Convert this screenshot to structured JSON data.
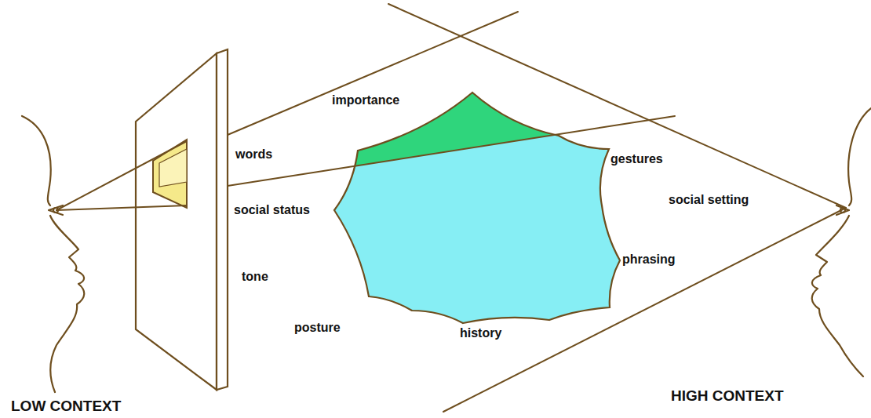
{
  "diagram": {
    "labels": [
      "importance",
      "words",
      "gestures",
      "social status",
      "social setting",
      "phrasing",
      "tone",
      "posture",
      "history",
      "LOW CONTEXT",
      "HIGH CONTEXT"
    ]
  }
}
